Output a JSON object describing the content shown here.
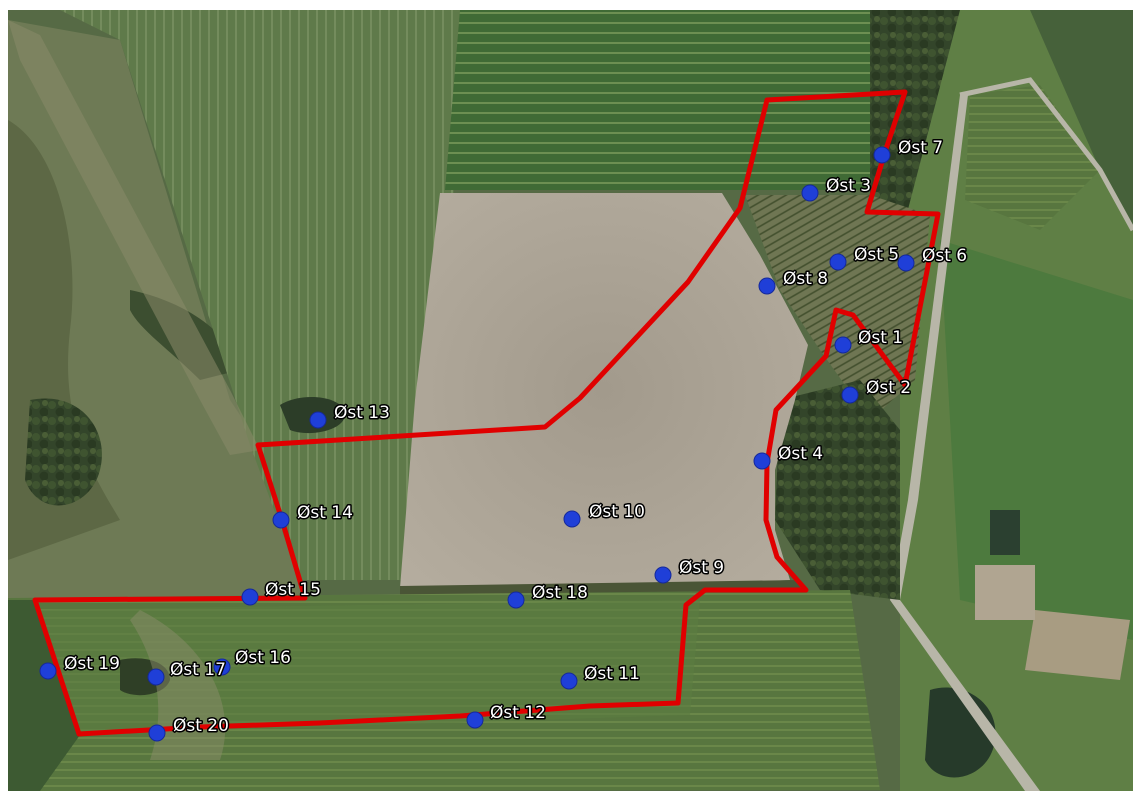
{
  "map": {
    "imagery": "aerial orthophoto",
    "boundary_color": "#e00000",
    "point_color": "#1f3fd8",
    "label_color": "#ffffff",
    "points": [
      {
        "id": "ost-1",
        "label": "Øst 1"
      },
      {
        "id": "ost-2",
        "label": "Øst 2"
      },
      {
        "id": "ost-3",
        "label": "Øst 3"
      },
      {
        "id": "ost-4",
        "label": "Øst 4"
      },
      {
        "id": "ost-5",
        "label": "Øst 5"
      },
      {
        "id": "ost-6",
        "label": "Øst 6"
      },
      {
        "id": "ost-7",
        "label": "Øst 7"
      },
      {
        "id": "ost-8",
        "label": "Øst 8"
      },
      {
        "id": "ost-9",
        "label": "Øst 9"
      },
      {
        "id": "ost-10",
        "label": "Øst 10"
      },
      {
        "id": "ost-11",
        "label": "Øst 11"
      },
      {
        "id": "ost-12",
        "label": "Øst 12"
      },
      {
        "id": "ost-13",
        "label": "Øst 13"
      },
      {
        "id": "ost-14",
        "label": "Øst 14"
      },
      {
        "id": "ost-15",
        "label": "Øst 15"
      },
      {
        "id": "ost-16",
        "label": "Øst 16"
      },
      {
        "id": "ost-17",
        "label": "Øst 17"
      },
      {
        "id": "ost-18",
        "label": "Øst 18"
      },
      {
        "id": "ost-19",
        "label": "Øst 19"
      },
      {
        "id": "ost-20",
        "label": "Øst 20"
      }
    ]
  }
}
